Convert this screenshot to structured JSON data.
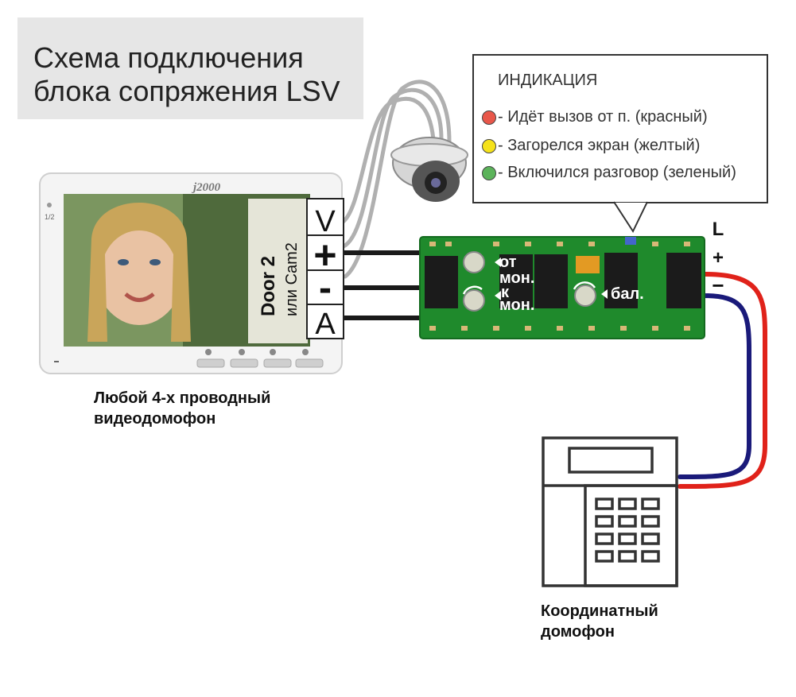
{
  "title": {
    "line1": "Схема подключения",
    "line2": "блока сопряжения LSV"
  },
  "indication": {
    "heading": "ИНДИКАЦИЯ",
    "items": [
      {
        "label": "- Идёт вызов от п. (красный)",
        "color": "#e8574a"
      },
      {
        "label": "- Загорелся экран (желтый)",
        "color": "#f5e21b"
      },
      {
        "label": "- Включился разговор (зеленый)",
        "color": "#5bb35a"
      }
    ]
  },
  "monitor": {
    "brand": "j2000",
    "door_label": "Door 2",
    "cam_label": "или Cam2",
    "status_label": "1/2",
    "terminals": [
      "V",
      "+",
      "-",
      "A"
    ],
    "caption_line1": "Любой 4-х проводный",
    "caption_line2": "видеодомофон"
  },
  "board": {
    "pot_labels": {
      "ot": "от",
      "ot_mon": "мон.",
      "k": "к",
      "k_mon": "мон.",
      "bal": "бал."
    },
    "line_labels": [
      "L",
      "+",
      "−"
    ]
  },
  "intercom": {
    "caption_line1": "Координатный",
    "caption_line2": "домофон"
  },
  "colors": {
    "board_green": "#1f8a2c",
    "wire_red": "#e0221a",
    "wire_blue": "#1a1a7a",
    "cable_gray": "#b5b5b5"
  }
}
